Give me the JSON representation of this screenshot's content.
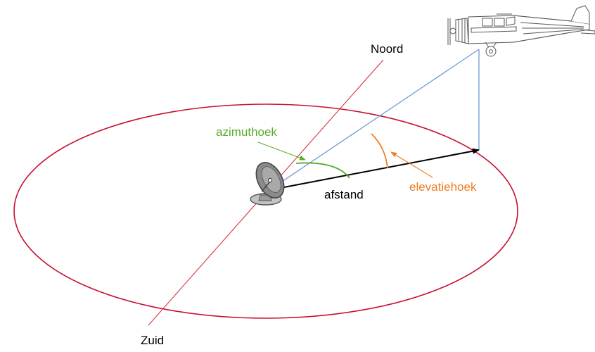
{
  "labels": {
    "north": "Noord",
    "south": "Zuid",
    "azimuth": "azimuthoek",
    "elevation": "elevatiehoek",
    "distance": "afstand"
  },
  "colors": {
    "horizon": "#c8102e",
    "meridian": "#d9363e",
    "sightline": "#6f9bd6",
    "azimuth": "#5aab2e",
    "elevation": "#ef7d22",
    "distance": "#000000"
  },
  "icons": {
    "radar": "radar-dish-icon",
    "aircraft": "airplane-icon"
  }
}
